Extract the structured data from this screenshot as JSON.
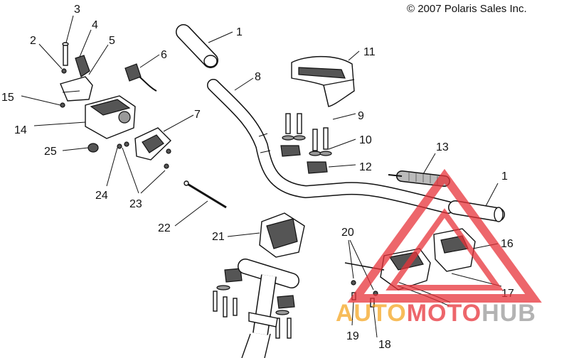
{
  "copyright": "© 2007 Polaris Sales Inc.",
  "callouts": {
    "c1a": "1",
    "c1b": "1",
    "c2": "2",
    "c3": "3",
    "c4": "4",
    "c5": "5",
    "c6": "6",
    "c7": "7",
    "c8": "8",
    "c9": "9",
    "c10": "10",
    "c11": "11",
    "c12": "12",
    "c13": "13",
    "c14": "14",
    "c15": "15",
    "c16": "16",
    "c17": "17",
    "c18": "18",
    "c19": "19",
    "c20": "20",
    "c21": "21",
    "c22": "22",
    "c23": "23",
    "c24": "24",
    "c25": "25"
  },
  "watermark": {
    "part1": "AUTO",
    "part2": "MOTO",
    "part3": "HUB",
    "colors": {
      "orange": "#f5a623",
      "red": "#e8333a",
      "gray": "#9a9a9a"
    }
  }
}
